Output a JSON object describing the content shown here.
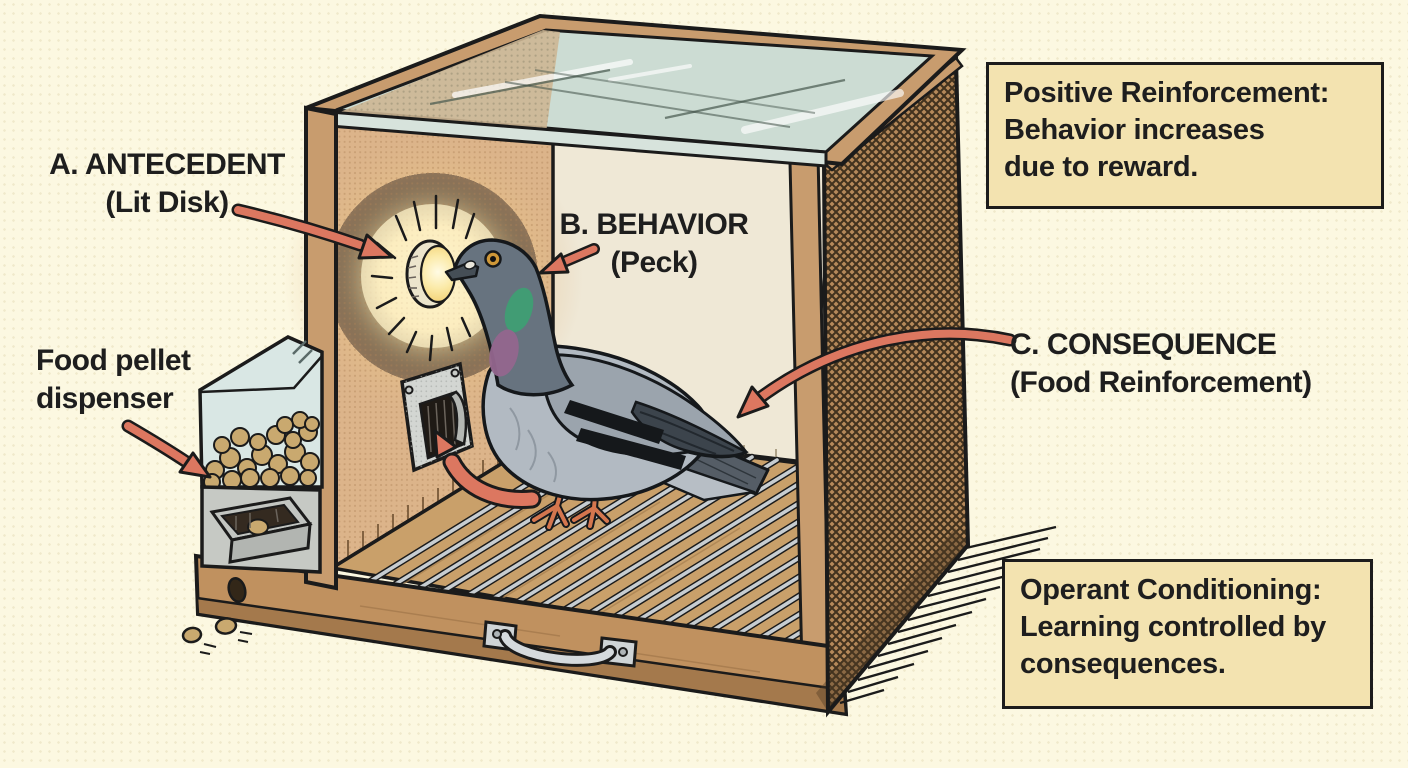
{
  "labels": {
    "antecedent": {
      "line1": "A. ANTECEDENT",
      "line2": "(Lit Disk)"
    },
    "behavior": {
      "line1": "B. BEHAVIOR",
      "line2": "(Peck)"
    },
    "consequence": {
      "line1": "C. CONSEQUENCE",
      "line2": "(Food Reinforcement)"
    },
    "food_dispenser": {
      "line1": "Food pellet",
      "line2": "dispenser"
    }
  },
  "callouts": {
    "positive_reinforcement": {
      "title": "Positive Reinforcement:",
      "line1": "Behavior increases",
      "line2": "due to reward."
    },
    "operant_conditioning": {
      "title": "Operant Conditioning:",
      "line1": "Learning controlled by",
      "line2": "consequences."
    }
  },
  "palette": {
    "background": "#fcf8e1",
    "callout_bg": "#f3e3b0",
    "outline": "#1b1b1b",
    "arrow_red": "#dc7760",
    "wood": "#c89c6e",
    "wood_dark": "#a4794c",
    "mesh_brown": "#b5895a",
    "glass": "#ccdcd3",
    "wall_tan": "#dcb48a",
    "back_wall": "#efe8d6",
    "pigeon_gray": "#b2bac2",
    "pigeon_head": "#67737f",
    "neck_green": "#3f9e74",
    "neck_purple": "#94668e",
    "glow_yellow": "#f6e3a0",
    "pellet_tan": "#c9a96f",
    "metal_gray": "#d3d6d2"
  },
  "illustration_parts": [
    "skinner-box",
    "glass-lid",
    "mesh-side-wall",
    "back-wall",
    "lit-disk",
    "pigeon",
    "food-aperture",
    "food-pellet-dispenser",
    "grid-floor",
    "drawer-handle",
    "food-pellets",
    "pointer-arrows"
  ]
}
